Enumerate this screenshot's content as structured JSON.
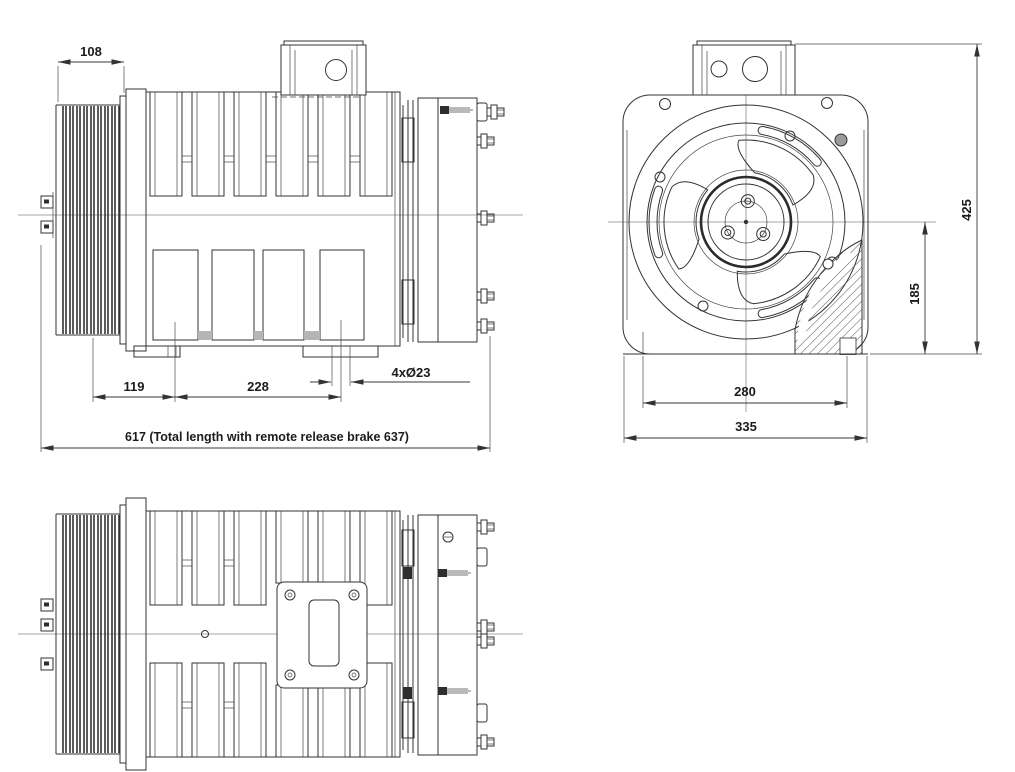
{
  "meta": {
    "drawing_type": "engineering dimensional drawing",
    "subject": "gearless elevator traction machine, three orthographic views"
  },
  "colors": {
    "background": "#ffffff",
    "line": "#333333",
    "centerline": "#8a8a8a",
    "dimension_text": "#1c1c1c",
    "hatch": "#555555"
  },
  "views": {
    "side_view": {
      "name": "side view (top left)",
      "dims": {
        "sheave_width": "108",
        "groove_to_hole": "119",
        "hole_span": "228",
        "mount_holes": "4xØ23",
        "total_length": "617  (Total length with remote release brake  637)"
      }
    },
    "front_view": {
      "name": "front view (top right)",
      "dims": {
        "overall_height": "425",
        "axis_height": "185",
        "foot_span": "280",
        "overall_width": "335"
      }
    },
    "top_view": {
      "name": "plan view (bottom left)"
    }
  }
}
